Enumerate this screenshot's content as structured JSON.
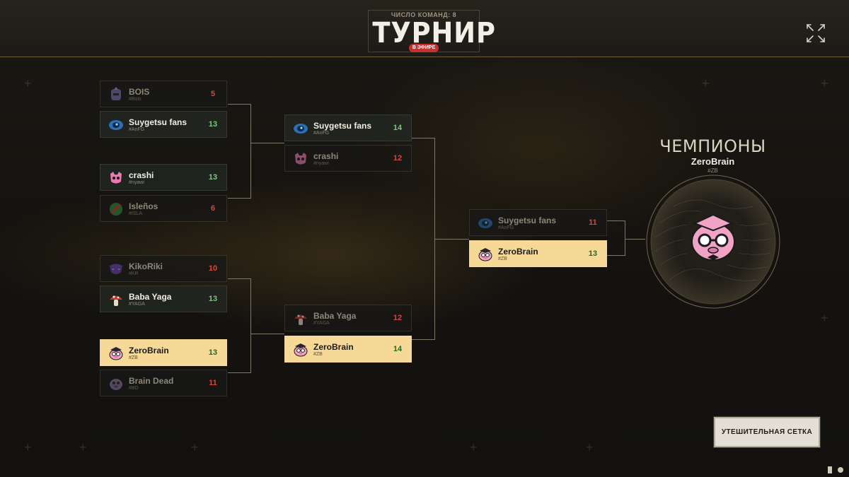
{
  "header": {
    "subtitle": "ЧИСЛО КОМАНД: 8",
    "title": "ТУРНИР",
    "live_badge": "В ЭФИРЕ"
  },
  "bracket": {
    "round1": [
      {
        "name": "BOIS",
        "tag": "#Bois",
        "score": "5",
        "result": "lose",
        "icon": "knight-helmet-icon"
      },
      {
        "name": "Suygetsu fans",
        "tag": "#AnFG",
        "score": "13",
        "result": "win",
        "icon": "blue-eye-icon"
      },
      {
        "name": "crashi",
        "tag": "#nyawi",
        "score": "13",
        "result": "win",
        "icon": "pink-cat-icon"
      },
      {
        "name": "Isleños",
        "tag": "#ISLA",
        "score": "6",
        "result": "lose",
        "icon": "red-green-leaf-icon"
      },
      {
        "name": "KikoRiki",
        "tag": "#KR",
        "score": "10",
        "result": "lose",
        "icon": "purple-mask-icon"
      },
      {
        "name": "Baba Yaga",
        "tag": "#YAGA",
        "score": "13",
        "result": "win",
        "icon": "mushroom-icon"
      },
      {
        "name": "ZeroBrain",
        "tag": "#ZB",
        "score": "13",
        "result": "champ",
        "icon": "graduate-pig-icon"
      },
      {
        "name": "Brain Dead",
        "tag": "#BD",
        "score": "11",
        "result": "lose",
        "icon": "zombie-pig-icon"
      }
    ],
    "round2": [
      {
        "name": "Suygetsu fans",
        "tag": "#AnFG",
        "score": "14",
        "result": "win",
        "icon": "blue-eye-icon"
      },
      {
        "name": "crashi",
        "tag": "#nyawi",
        "score": "12",
        "result": "lose",
        "icon": "pink-cat-icon"
      },
      {
        "name": "Baba Yaga",
        "tag": "#YAGA",
        "score": "12",
        "result": "lose",
        "icon": "mushroom-icon"
      },
      {
        "name": "ZeroBrain",
        "tag": "#ZB",
        "score": "14",
        "result": "champ",
        "icon": "graduate-pig-icon"
      }
    ],
    "final": [
      {
        "name": "Suygetsu fans",
        "tag": "#AnFG",
        "score": "11",
        "result": "lose",
        "icon": "blue-eye-icon"
      },
      {
        "name": "ZeroBrain",
        "tag": "#ZB",
        "score": "13",
        "result": "champ",
        "icon": "graduate-pig-icon"
      }
    ]
  },
  "champion": {
    "heading": "ЧЕМПИОНЫ",
    "name": "ZeroBrain",
    "tag": "#ZB",
    "icon": "graduate-pig-icon"
  },
  "buttons": {
    "consolation_label": "УТЕШИТЕЛЬНАЯ СЕТКА"
  },
  "colors": {
    "accent_gold": "#f6d997",
    "win_score": "#7ac77c",
    "lose_score": "#d7463f"
  }
}
